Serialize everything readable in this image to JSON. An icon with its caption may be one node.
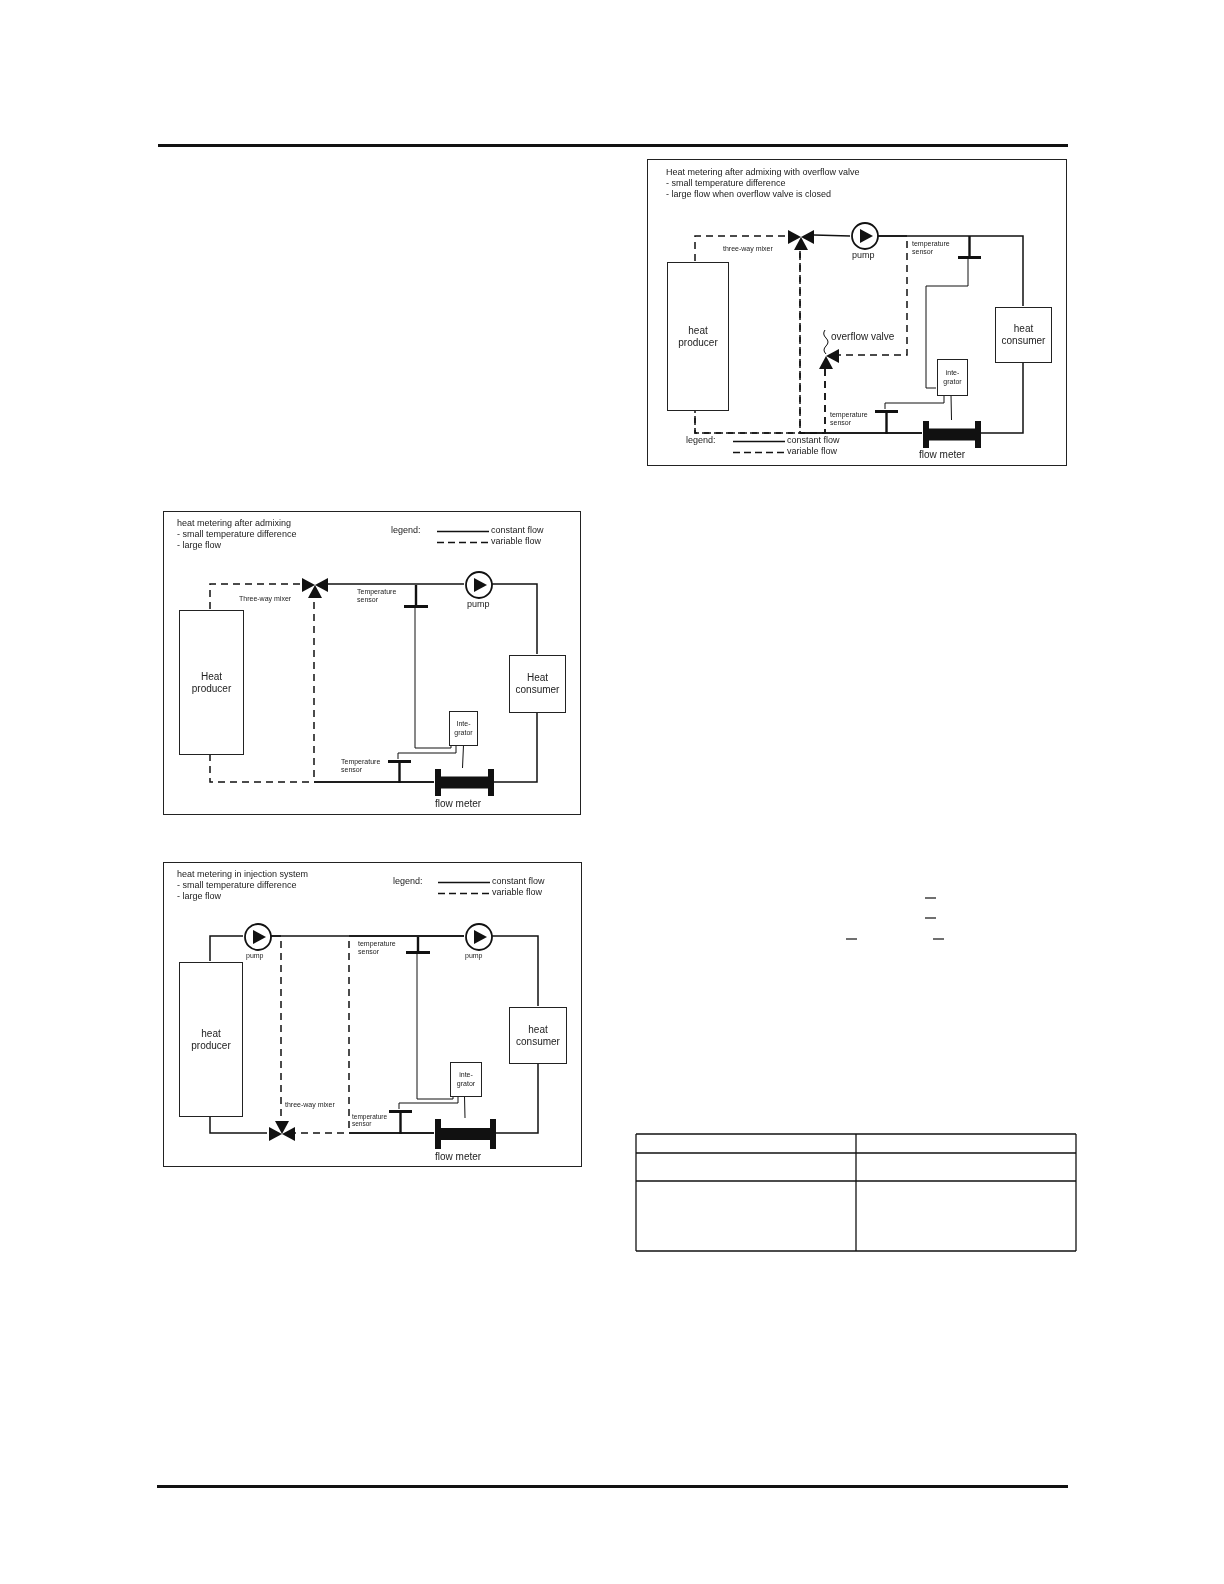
{
  "diagram": {
    "nodes": [
      {
        "text": [
          "Heat metering after admixing with overflow valve",
          "- small temperature difference",
          "- large flow when overflow valve is closed"
        ]
      },
      {
        "text": [
          "heat producer"
        ],
        "in": 0
      },
      {
        "text": [],
        "shape": "valve",
        "beside": [
          "three-way mixer"
        ],
        "in": 0
      },
      {
        "text": [],
        "shape": "circle",
        "beside": [
          "pump"
        ],
        "in": 0
      },
      {
        "text": [],
        "shape": "sensor",
        "beside": [
          "temperature sensor"
        ],
        "in": 0
      },
      {
        "text": [
          "heat consumer"
        ],
        "in": 0
      },
      {
        "text": [],
        "shape": "valve",
        "beside": [
          "overflow valve"
        ],
        "in": 0
      },
      {
        "text": [
          "inte- grator"
        ],
        "in": 0
      },
      {
        "text": [],
        "shape": "sensor",
        "beside": [
          "temperature sensor"
        ],
        "in": 0
      },
      {
        "text": [],
        "shape": "meter",
        "beside": [
          "flow meter"
        ],
        "in": 0
      },
      {
        "text": [
          "heat metering after admixing",
          "- small temperature difference",
          "- large flow"
        ]
      },
      {
        "text": [
          "Heat producer"
        ],
        "in": 10
      },
      {
        "text": [],
        "shape": "valve",
        "beside": [
          "Three-way mixer"
        ],
        "in": 10
      },
      {
        "text": [],
        "shape": "sensor",
        "beside": [
          "Temperature sensor"
        ],
        "in": 10
      },
      {
        "text": [],
        "shape": "circle",
        "beside": [
          "pump"
        ],
        "in": 10
      },
      {
        "text": [
          "Heat consumer"
        ],
        "in": 10
      },
      {
        "text": [
          "Inte- grator"
        ],
        "in": 10
      },
      {
        "text": [],
        "shape": "sensor",
        "beside": [
          "Temperature sensor"
        ],
        "in": 10
      },
      {
        "text": [],
        "shape": "meter",
        "beside": [
          "flow meter"
        ],
        "in": 10
      },
      {
        "text": [
          "heat metering in injection system",
          "- small temperature difference",
          "- large flow"
        ]
      },
      {
        "text": [
          "heat producer"
        ],
        "in": 19
      },
      {
        "text": [],
        "shape": "circle",
        "beside": [
          "pump"
        ],
        "in": 19
      },
      {
        "text": [],
        "shape": "sensor",
        "beside": [
          "temperature sensor"
        ],
        "in": 19
      },
      {
        "text": [],
        "shape": "circle",
        "beside": [
          "pump"
        ],
        "in": 19
      },
      {
        "text": [
          "heat consumer"
        ],
        "in": 19
      },
      {
        "text": [
          "inte- grator"
        ],
        "in": 19
      },
      {
        "text": [],
        "shape": "valve",
        "beside": [
          "three-way mixer"
        ],
        "in": 19
      },
      {
        "text": [],
        "shape": "sensor",
        "beside": [
          "temperature sensor"
        ],
        "in": 19
      },
      {
        "text": [],
        "shape": "meter",
        "beside": [
          "flow meter"
        ],
        "in": 19
      }
    ],
    "edges": [
      {
        "from": 1,
        "to": 2,
        "arrow": "none",
        "style": "dashed"
      },
      {
        "from": 2,
        "to": 3,
        "arrow": "none"
      },
      {
        "from": 3,
        "to": 5,
        "arrow": "none"
      },
      {
        "from": 5,
        "to": 9,
        "arrow": "none"
      },
      {
        "from": 9,
        "to": 1,
        "arrow": "none",
        "style": "dashed"
      },
      {
        "from": 9,
        "to": 2,
        "arrow": "none",
        "style": "dashed"
      },
      {
        "from": 3,
        "to": 6,
        "arrow": "none",
        "style": "dashed"
      },
      {
        "from": 6,
        "to": 1,
        "arrow": "none",
        "style": "dashed"
      },
      {
        "from": 6,
        "to": 2,
        "arrow": "none",
        "style": "dashed"
      },
      {
        "from": 4,
        "to": 7,
        "arrow": "none"
      },
      {
        "from": 8,
        "to": 7,
        "arrow": "none"
      },
      {
        "from": 9,
        "to": 7,
        "arrow": "none"
      },
      {
        "from": 11,
        "to": 12,
        "arrow": "none",
        "style": "dashed"
      },
      {
        "from": 12,
        "to": 14,
        "arrow": "none"
      },
      {
        "from": 14,
        "to": 15,
        "arrow": "none"
      },
      {
        "from": 15,
        "to": 18,
        "arrow": "none"
      },
      {
        "from": 18,
        "to": 11,
        "arrow": "none",
        "style": "dashed"
      },
      {
        "from": 18,
        "to": 12,
        "arrow": "none",
        "style": "dashed"
      },
      {
        "from": 13,
        "to": 16,
        "arrow": "none"
      },
      {
        "from": 17,
        "to": 16,
        "arrow": "none"
      },
      {
        "from": 18,
        "to": 16,
        "arrow": "none"
      },
      {
        "from": 20,
        "to": 21,
        "arrow": "none"
      },
      {
        "from": 21,
        "to": 23,
        "arrow": "none"
      },
      {
        "from": 23,
        "to": 24,
        "arrow": "none"
      },
      {
        "from": 24,
        "to": 28,
        "arrow": "none"
      },
      {
        "from": 28,
        "to": 26,
        "arrow": "none",
        "style": "dashed"
      },
      {
        "from": 26,
        "to": 20,
        "arrow": "none"
      },
      {
        "from": 21,
        "to": 26,
        "arrow": "none",
        "style": "dashed"
      },
      {
        "from": 28,
        "to": 23,
        "arrow": "none",
        "style": "dashed"
      },
      {
        "from": 22,
        "to": 25,
        "arrow": "none"
      },
      {
        "from": 27,
        "to": 25,
        "arrow": "none"
      },
      {
        "from": 28,
        "to": 25,
        "arrow": "none"
      }
    ],
    "labels": [
      "legend:",
      "legend:",
      "legend:"
    ],
    "legend": [
      {
        "text": "constant flow"
      },
      {
        "text": "variable flow"
      },
      {
        "text": "constant flow"
      },
      {
        "text": "variable flow"
      },
      {
        "text": "constant flow"
      },
      {
        "text": "variable flow"
      }
    ]
  }
}
